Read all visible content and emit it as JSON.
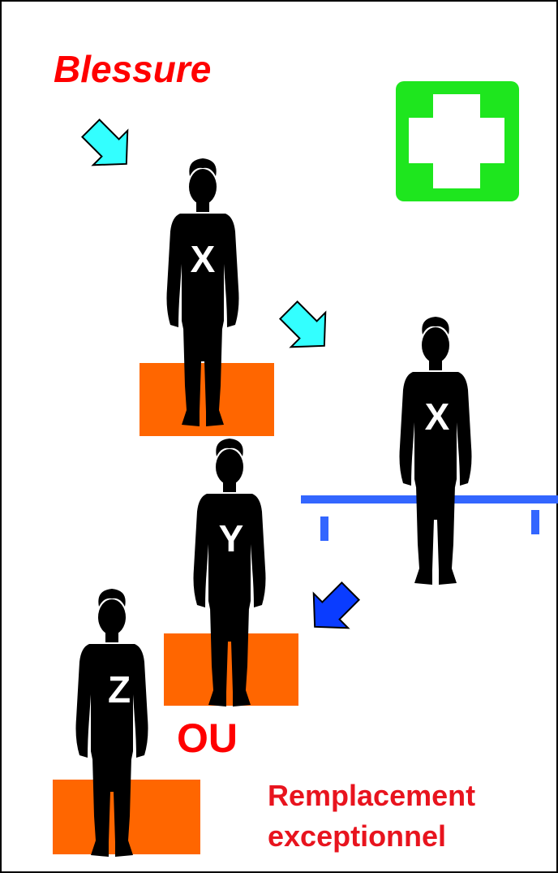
{
  "title": "Blessure",
  "players": {
    "x1": "X",
    "x2": "X",
    "y": "Y",
    "z": "Z"
  },
  "connector": "OU",
  "caption": {
    "line1": "Remplacement",
    "line2": "exceptionnel"
  },
  "colors": {
    "title": "#ff0000",
    "platform": "#ff6600",
    "bench": "#3366ff",
    "arrow_light": "#33ffff",
    "arrow_dark": "#0a3cff",
    "first_aid": "#1ee61e",
    "silhouette": "#000000"
  },
  "icons": [
    "first-aid-icon",
    "person-silhouette",
    "arrow-icon",
    "bench-icon"
  ]
}
